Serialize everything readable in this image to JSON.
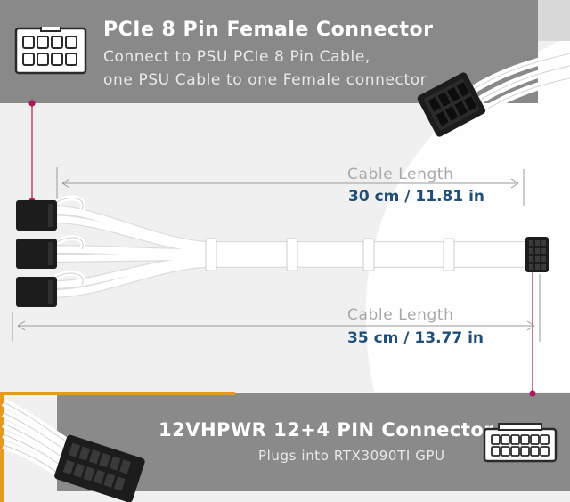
{
  "top_panel": {
    "title": "PCIe 8 Pin Female Connector",
    "subtitle_line1": "Connect to PSU PCIe 8 Pin Cable,",
    "subtitle_line2": "one PSU Cable to one Female connector",
    "icon": "pcie-8pin-connector-icon"
  },
  "dimension_short": {
    "label": "Cable Length",
    "value": "30 cm / 11.81 in"
  },
  "dimension_long": {
    "label": "Cable Length",
    "value": "35 cm / 13.77 in"
  },
  "bottom_panel": {
    "title": "12VHPWR 12+4 PIN Connector",
    "subtitle": "Plugs into RTX3090TI GPU",
    "icon": "12vhpwr-16pin-connector-icon"
  },
  "colors": {
    "banner": "#898989",
    "accent_orange": "#e59a1f",
    "dimension_value": "#1f4e79",
    "leader_magenta": "#b0165a",
    "cable_sleeve": "#ffffff",
    "connector": "#1b1b1b"
  }
}
